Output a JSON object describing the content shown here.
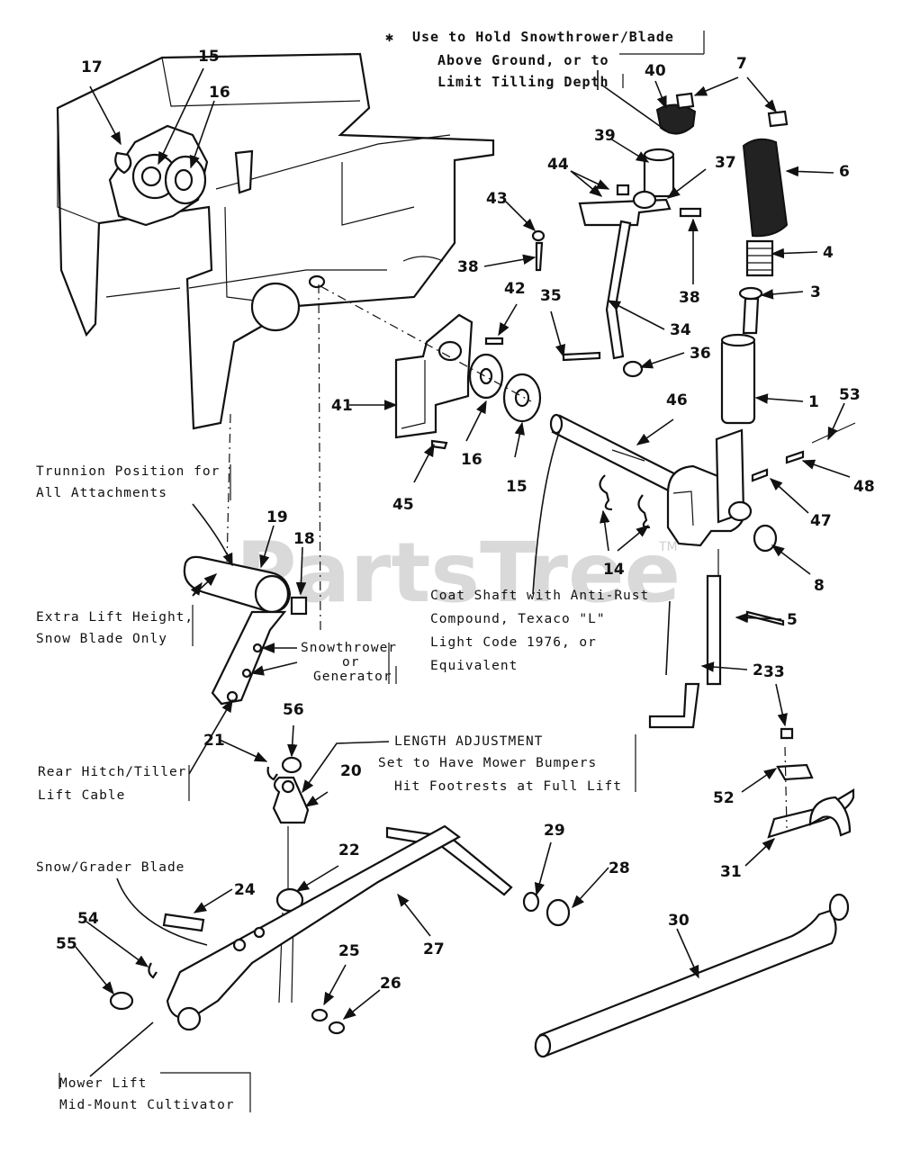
{
  "watermark": {
    "text": "PartsTree",
    "tm": "TM"
  },
  "notes": {
    "asterisk": "✱",
    "hold_1": "Use to Hold Snowthrower/Blade",
    "hold_2": "Above Ground, or to",
    "hold_3": "Limit Tilling Depth",
    "trunnion_1": "Trunnion Position for",
    "trunnion_2": "All Attachments",
    "extra_1": "Extra Lift Height,",
    "extra_2": "Snow Blade Only",
    "snowthrower_1": "Snowthrower",
    "snowthrower_2": "or",
    "snowthrower_3": "Generator",
    "coat_1": "Coat Shaft with Anti-Rust",
    "coat_2": "Compound, Texaco \"L\"",
    "coat_3": "Light Code 1976, or",
    "coat_4": "Equivalent",
    "length_1": "LENGTH ADJUSTMENT",
    "length_2": "Set to Have Mower Bumpers",
    "length_3": "Hit Footrests at Full Lift",
    "rear_1": "Rear Hitch/Tiller",
    "rear_2": "Lift Cable",
    "snowgrader": "Snow/Grader Blade",
    "mower_1": "Mower Lift",
    "mower_2": "Mid-Mount Cultivator"
  },
  "callouts": {
    "c17": "17",
    "c15a": "15",
    "c16a": "16",
    "c40": "40",
    "c7": "7",
    "c6": "6",
    "c39": "39",
    "c44": "44",
    "c37": "37",
    "c43": "43",
    "c38a": "38",
    "c38b": "38",
    "c4": "4",
    "c3": "3",
    "c42": "42",
    "c35": "35",
    "c34": "34",
    "c36": "36",
    "c1": "1",
    "c53": "53",
    "c46": "46",
    "c41": "41",
    "c16b": "16",
    "c15b": "15",
    "c48": "48",
    "c45": "45",
    "c47": "47",
    "c19": "19",
    "c18": "18",
    "c14": "14",
    "c8": "8",
    "c5": "5",
    "c2": "2",
    "c56": "56",
    "c33": "33",
    "c21": "21",
    "c20": "20",
    "c52": "52",
    "c22": "22",
    "c29": "29",
    "c28": "28",
    "c31": "31",
    "c24": "24",
    "c27": "27",
    "c54": "54",
    "c30": "30",
    "c55": "55",
    "c25": "25",
    "c26": "26"
  }
}
